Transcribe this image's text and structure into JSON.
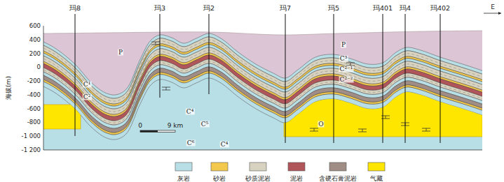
{
  "diagram": {
    "labels": [
      "玛8",
      "玛3",
      "玛2",
      "玛7",
      "玛5",
      "玛401",
      "玛4",
      "玛402",
      "E",
      "600",
      "400",
      "200",
      "0",
      "-200",
      "-400",
      "-600",
      "-800",
      "-1 000",
      "-1 200",
      "海拔(m)",
      "P",
      "P",
      "C³",
      "C²⁻¹",
      "C²⁻²",
      "C¹",
      "C²",
      "C⁴",
      "C⁵",
      "C⁶",
      "C⁴",
      "O",
      "0",
      "9 km"
    ],
    "legend": [
      {
        "text": "灰岩",
        "color": "#b9dfe6"
      },
      {
        "text": "砂岩",
        "color": "#f2c94c"
      },
      {
        "text": "砂质泥岩",
        "color": "#d8d2c0"
      },
      {
        "text": "泥岩",
        "color": "#b0555a"
      },
      {
        "text": "含硬石膏泥岩",
        "color": "#9f8d86"
      },
      {
        "text": "气藏",
        "color": "#ffe600"
      }
    ]
  }
}
